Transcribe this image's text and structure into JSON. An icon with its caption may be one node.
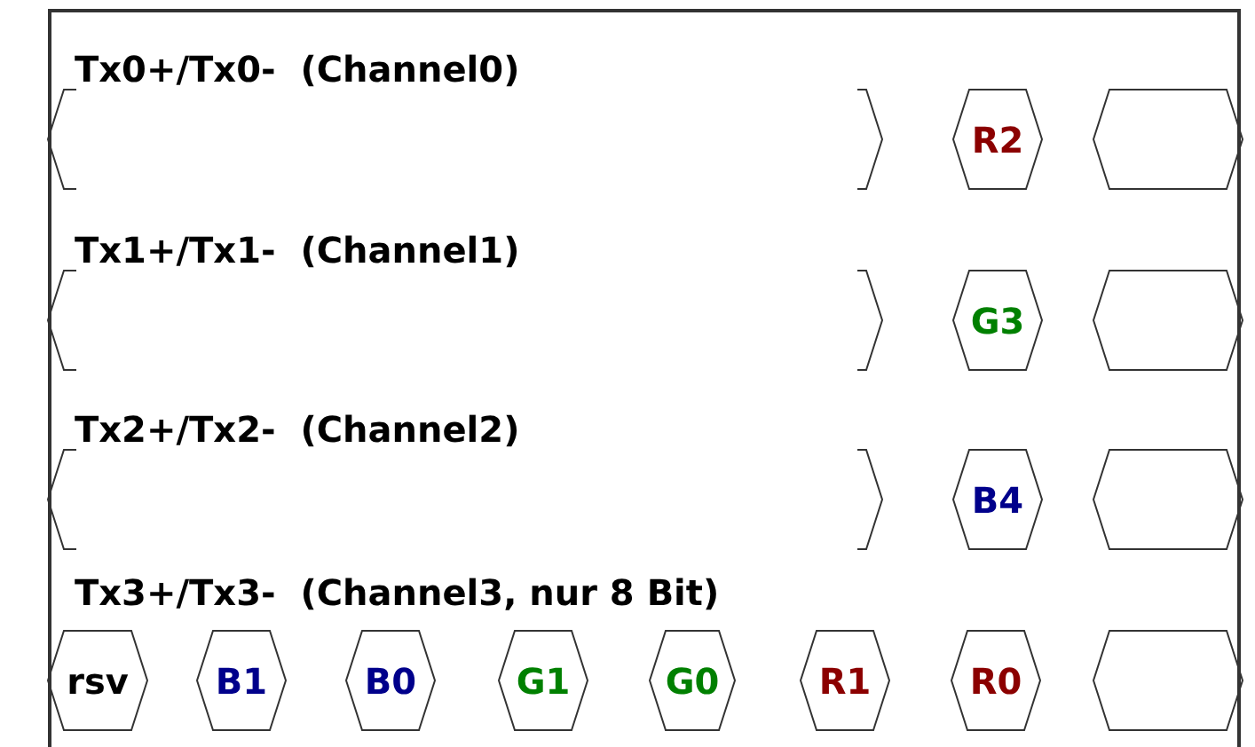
{
  "diagram": {
    "nodes": [
      {
        "text": [],
        "shape": "hexagon"
      },
      {
        "text": [
          "R2"
        ]
      },
      {
        "text": [],
        "shape": "hexagon"
      },
      {
        "text": [],
        "shape": "hexagon"
      },
      {
        "text": [
          "G3"
        ]
      },
      {
        "text": [],
        "shape": "hexagon"
      },
      {
        "text": [],
        "shape": "hexagon"
      },
      {
        "text": [
          "B4"
        ]
      },
      {
        "text": [],
        "shape": "hexagon"
      },
      {
        "text": [
          "rsv"
        ]
      },
      {
        "text": [
          "B1"
        ]
      },
      {
        "text": [
          "B0"
        ]
      },
      {
        "text": [
          "G1"
        ]
      },
      {
        "text": [
          "G0"
        ]
      },
      {
        "text": [
          "R1"
        ]
      },
      {
        "text": [
          "R0"
        ]
      },
      {
        "text": [],
        "shape": "hexagon"
      }
    ],
    "labels": [
      "Tx0+/Tx0-  (Channel0)",
      "Tx1+/Tx1-  (Channel1)",
      "Tx2+/Tx2-  (Channel2)",
      "Tx3+/Tx3-  (Channel3, nur 8 Bit)"
    ]
  }
}
